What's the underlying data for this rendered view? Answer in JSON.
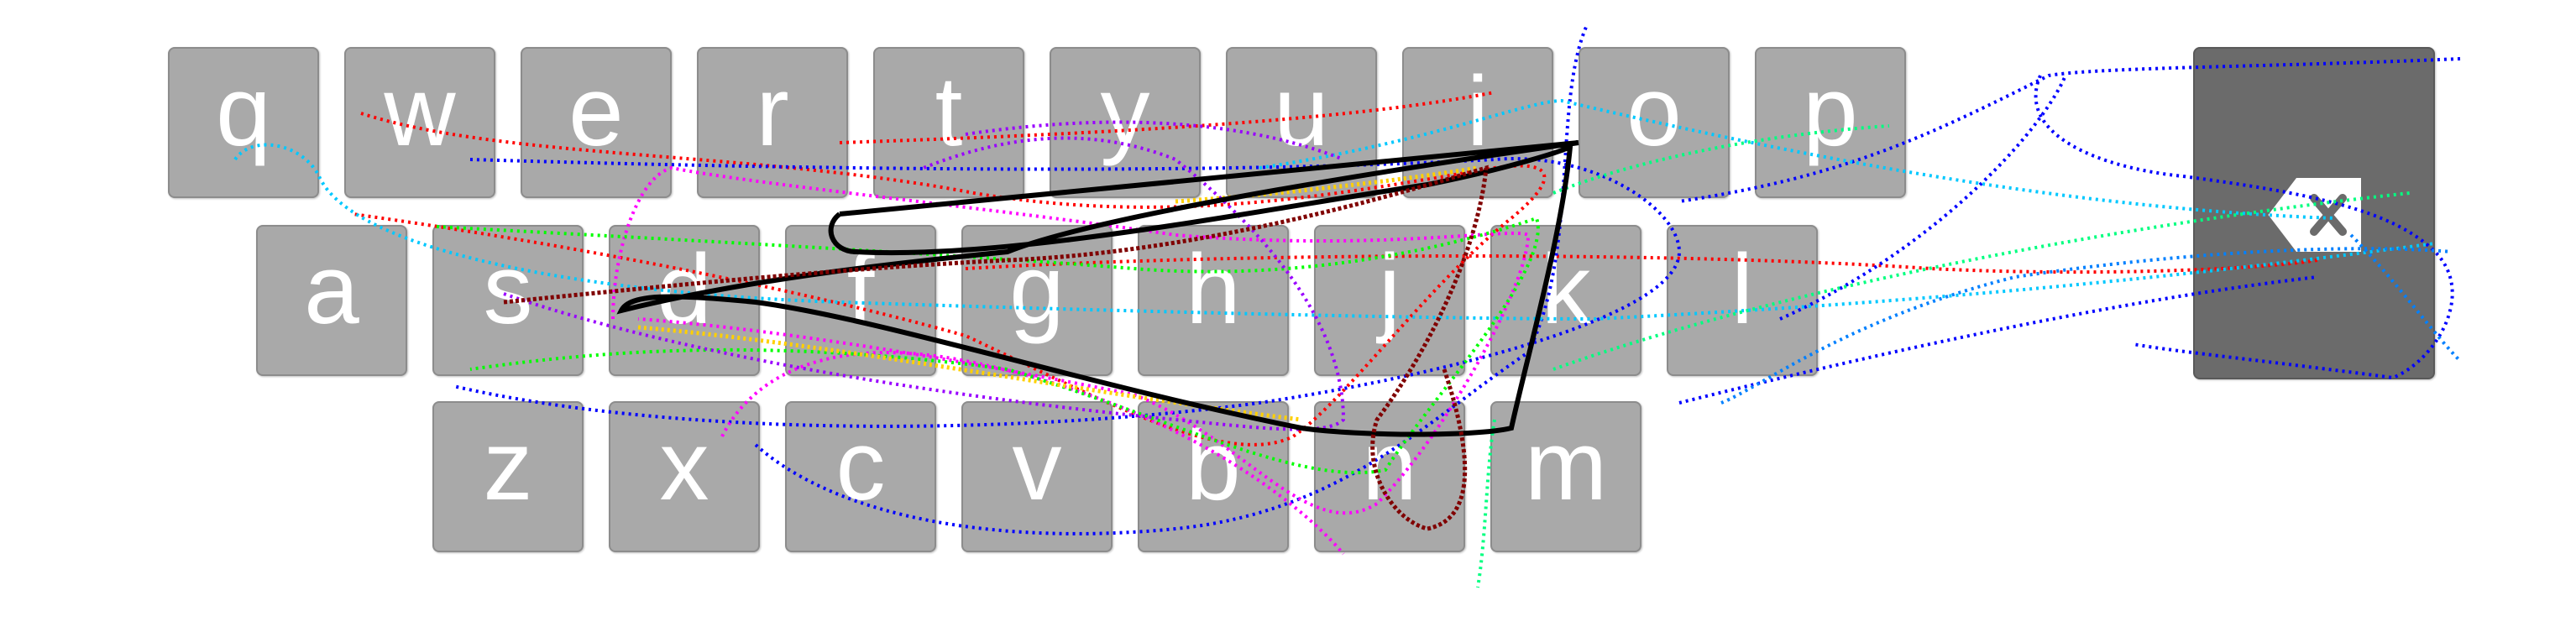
{
  "keyboard": {
    "rows": [
      [
        "q",
        "w",
        "e",
        "r",
        "t",
        "y",
        "u",
        "i",
        "o",
        "p"
      ],
      [
        "a",
        "s",
        "d",
        "f",
        "g",
        "h",
        "j",
        "k",
        "l"
      ],
      [
        "z",
        "x",
        "c",
        "v",
        "b",
        "n",
        "m"
      ]
    ],
    "backspace_icon": "backspace-icon"
  },
  "colors": {
    "key": "#a9a9a9",
    "key_text": "#ffffff",
    "backspace_key": "#6b6b6b",
    "traces": [
      "#ff0000",
      "#0000ff",
      "#00c8ff",
      "#ff00ff",
      "#00ff00",
      "#000000",
      "#800000",
      "#9900ff",
      "#ffd000",
      "#00ff80",
      "#0080ff"
    ]
  }
}
